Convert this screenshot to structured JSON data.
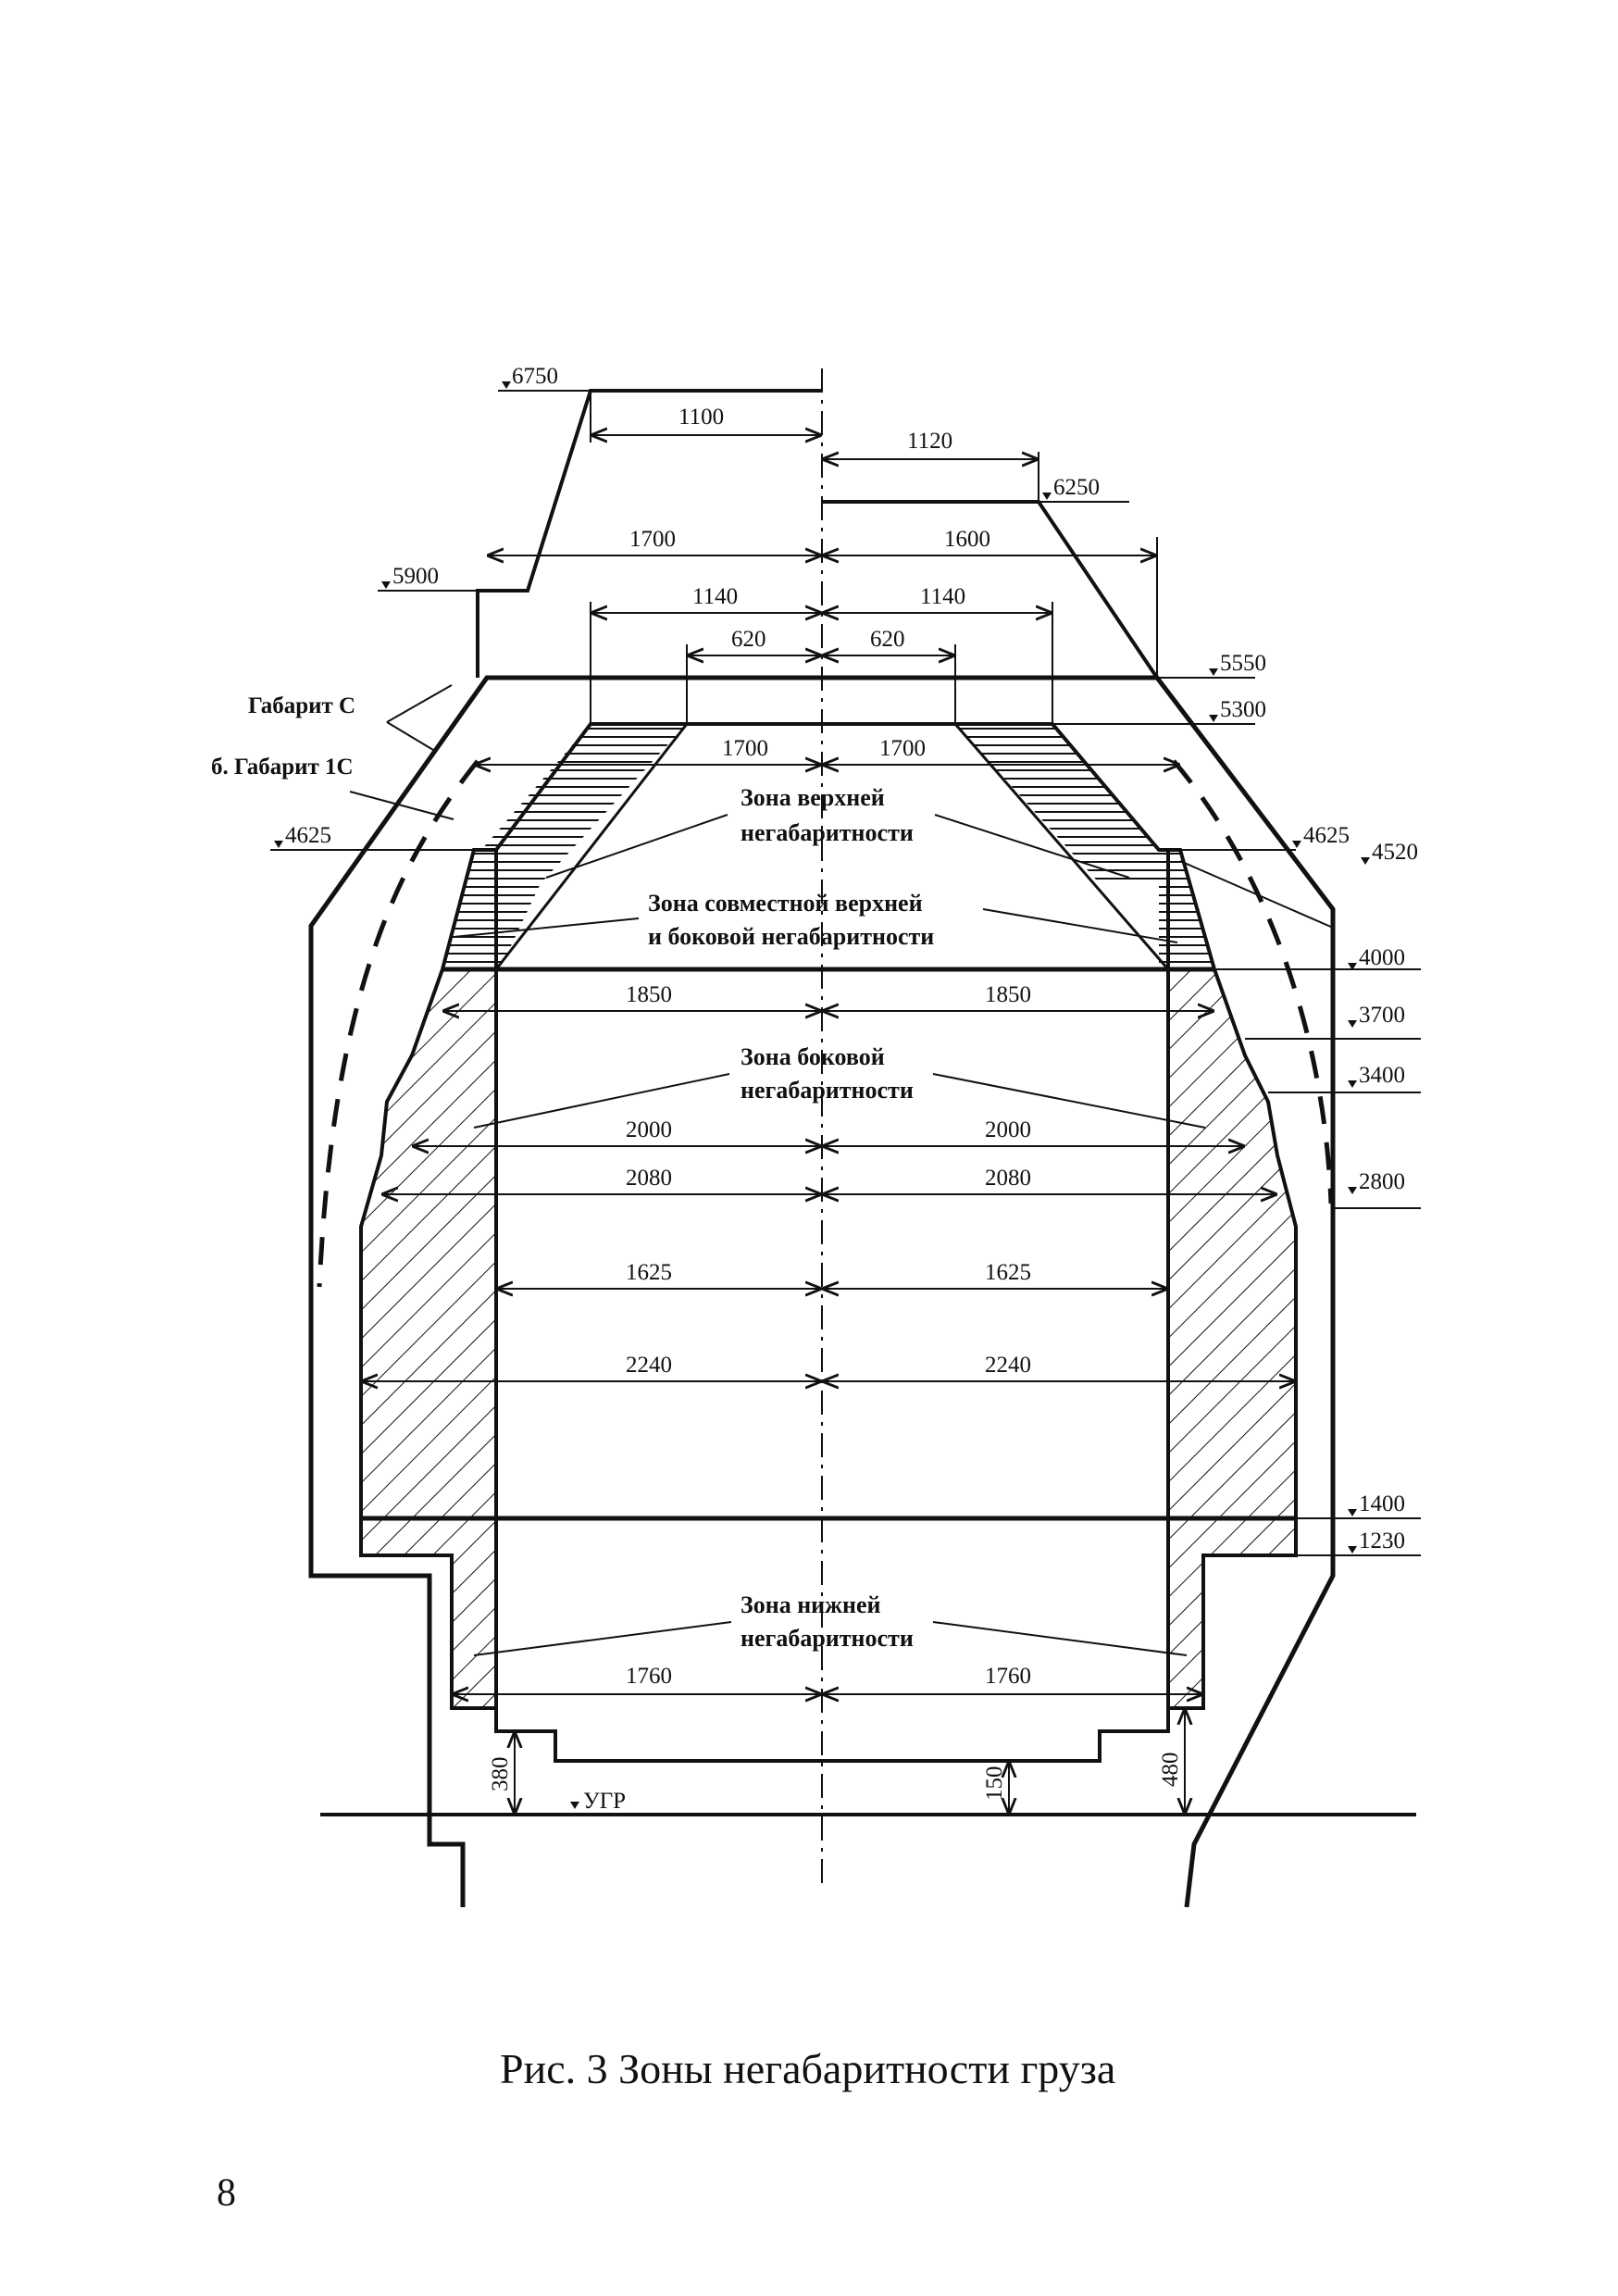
{
  "figure": {
    "caption": "Рис. 3  Зоны негабаритности груза",
    "page_number": "8"
  },
  "labels": {
    "gabarit_c": "Габарит С",
    "gabarit_1c": "б. Габарит 1С",
    "ugr": "УГР"
  },
  "zones": {
    "upper": [
      "Зона верхней",
      "негабаритности"
    ],
    "combined": [
      "Зона совместной верхней",
      "и боковой негабаритности"
    ],
    "side": [
      "Зона боковой",
      "негабаритности"
    ],
    "lower": [
      "Зона нижней",
      "негабаритности"
    ]
  },
  "levels": {
    "l6750": "6750",
    "l6250": "6250",
    "l5900": "5900",
    "l5550": "5550",
    "l5300": "5300",
    "l4625_left": "4625",
    "l4625_right": "4625",
    "l4520": "4520",
    "l4000": "4000",
    "l3700": "3700",
    "l3400": "3400",
    "l2800": "2800",
    "l1400": "1400",
    "l1230": "1230"
  },
  "dimensions": {
    "top_left_1100": "1100",
    "top_right_1120": "1120",
    "w1700_left": "1700",
    "w1600_right": "1600",
    "w1140_left": "1140",
    "w1140_right": "1140",
    "w620_left": "620",
    "w620_right": "620",
    "w1700b_left": "1700",
    "w1700b_right": "1700",
    "w1850_left": "1850",
    "w1850_right": "1850",
    "w2000_left": "2000",
    "w2000_right": "2000",
    "w2080_left": "2080",
    "w2080_right": "2080",
    "w1625_left": "1625",
    "w1625_right": "1625",
    "w2240_left": "2240",
    "w2240_right": "2240",
    "w1760_left": "1760",
    "w1760_right": "1760",
    "h380": "380",
    "h150": "150",
    "h480": "480"
  }
}
